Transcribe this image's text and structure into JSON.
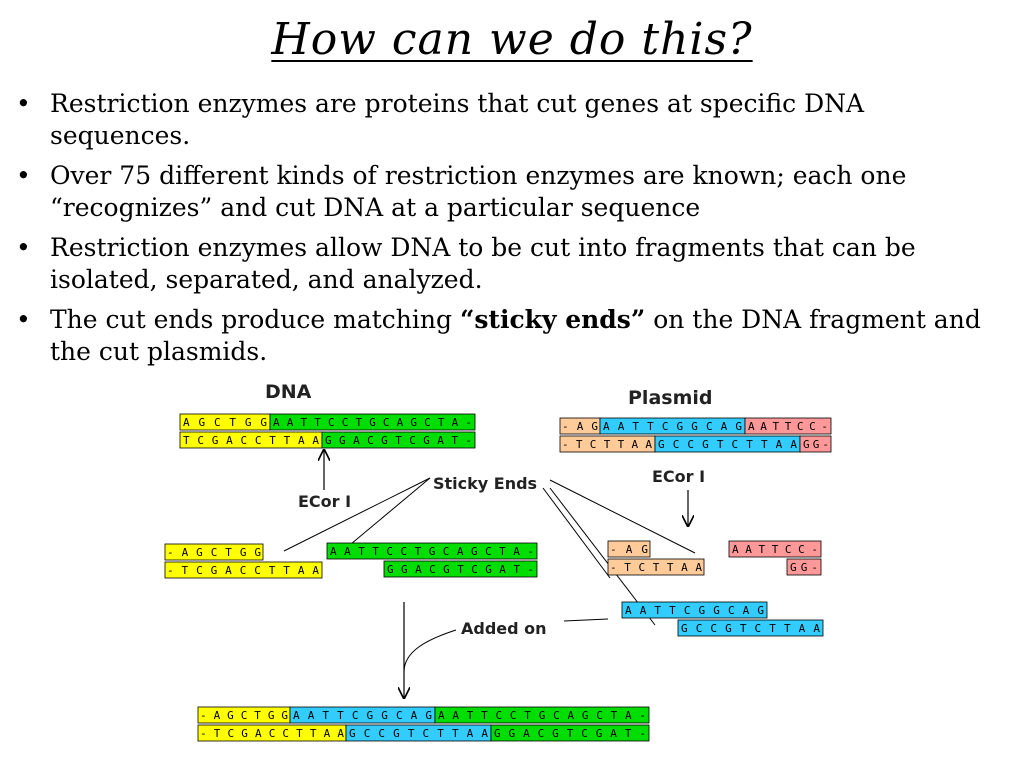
{
  "title": "How can we do this?",
  "bullets": {
    "b1": "Restriction enzymes are proteins that cut genes at specific DNA sequences.",
    "b2": "Over 75 different kinds of restriction enzymes are known; each one “recognizes” and cut DNA at a particular sequence",
    "b3": "Restriction enzymes allow DNA to be cut into fragments that can be isolated, separated, and analyzed.",
    "b4_pre": "The cut ends produce matching ",
    "b4_bold": "“sticky ends”",
    "b4_post": " on the DNA fragment and the cut plasmids."
  },
  "diagram": {
    "dna_label": "DNA",
    "plasmid_label": "Plasmid",
    "ecor_left": "ECor I",
    "ecor_right": "ECor I",
    "sticky_ends": "Sticky Ends",
    "added_on": "Added on",
    "dna_top_a": "AGCTGG",
    "dna_top_b": "AATTCCTGCAGCTA-",
    "dna_bot_a": "TCGACCTTAA",
    "dna_bot_b": "GGACGTCGAT-",
    "pl_top_a": "-AG",
    "pl_top_b": "AATTCGGCAG",
    "pl_top_c": "AATTCC-",
    "pl_bot_a": "-TCTTAA",
    "pl_bot_b": "GCCGTCTTAA",
    "pl_bot_c": "GG-",
    "cut_left_top": "-AGCTGG",
    "cut_left_bot": "-TCGACCTTAA",
    "cut_right_top": "AATTCCTGCAGCTA-",
    "cut_right_bot": "GGACGTCGAT-",
    "pcut_a_top": "-AG",
    "pcut_a_bot": "-TCTTAA",
    "pcut_c_top": "AATTCC-",
    "pcut_c_bot": "GG-",
    "ins_top": "AATTCGGCAG",
    "ins_bot": "GCCGTCTTAA",
    "res_top_a": "-AGCTGG",
    "res_top_b": "AATTCGGCAG",
    "res_top_c": "AATTCCTGCAGCTA-",
    "res_bot_a": "-TCGACCTTAA",
    "res_bot_b": "GCCGTCTTAA",
    "res_bot_c": "GGACGTCGAT-"
  },
  "colors": {
    "yellow": "#ffff00",
    "green": "#00dd00",
    "cyan": "#33ccff",
    "peach": "#ffcc99",
    "pink": "#ff9999"
  }
}
